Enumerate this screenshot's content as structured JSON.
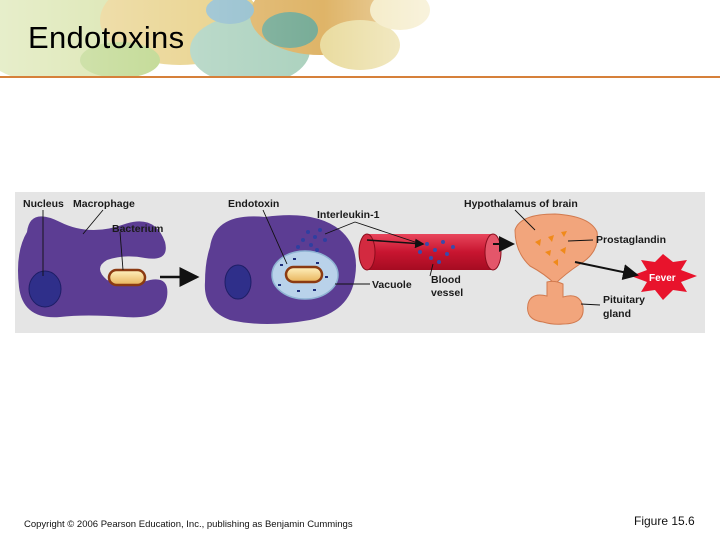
{
  "slide": {
    "title": "Endotoxins"
  },
  "figure": {
    "labels": {
      "nucleus": "Nucleus",
      "macrophage": "Macrophage",
      "bacterium": "Bacterium",
      "endotoxin": "Endotoxin",
      "interleukin": "Interleukin-1",
      "vacuole": "Vacuole",
      "blood_vessel_1": "Blood",
      "blood_vessel_2": "vessel",
      "hypothalamus": "Hypothalamus of brain",
      "prostaglandin": "Prostaglandin",
      "fever": "Fever",
      "pituitary_1": "Pituitary",
      "pituitary_2": "gland"
    }
  },
  "footer": {
    "copyright": "Copyright © 2006 Pearson Education, Inc., publishing as Benjamin Cummings",
    "figure_number": "Figure 15.6"
  }
}
